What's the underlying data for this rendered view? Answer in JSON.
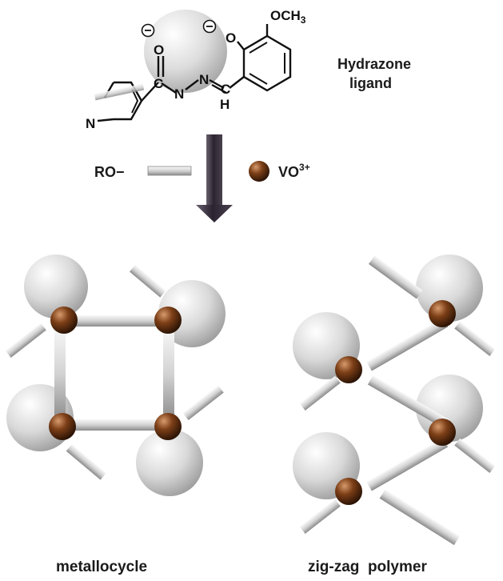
{
  "ligand": {
    "name_line1": "Hydrazone",
    "name_line2": "ligand",
    "methoxy": "OCH",
    "methoxy_sub": "3",
    "atom_o_carbonyl": "O",
    "atom_c": "C",
    "atom_n1": "N",
    "atom_n2": "N",
    "atom_c2": "C",
    "atom_h": "H",
    "atom_o_phenol": "O",
    "atom_n_pyridine": "N",
    "charge_symbol": "⊖"
  },
  "legend": {
    "alkoxide_label": "RO",
    "alkoxide_charge": "−",
    "vanadyl_label": "VO",
    "vanadyl_charge": "3+"
  },
  "products": {
    "left_caption": "metallocycle",
    "right_caption": "zig-zag  polymer"
  },
  "colors": {
    "metal": "#6b3515",
    "ligand_disk": "#d3d3d3",
    "arrow": "#3c3344",
    "linker": "#e6e6e6"
  }
}
